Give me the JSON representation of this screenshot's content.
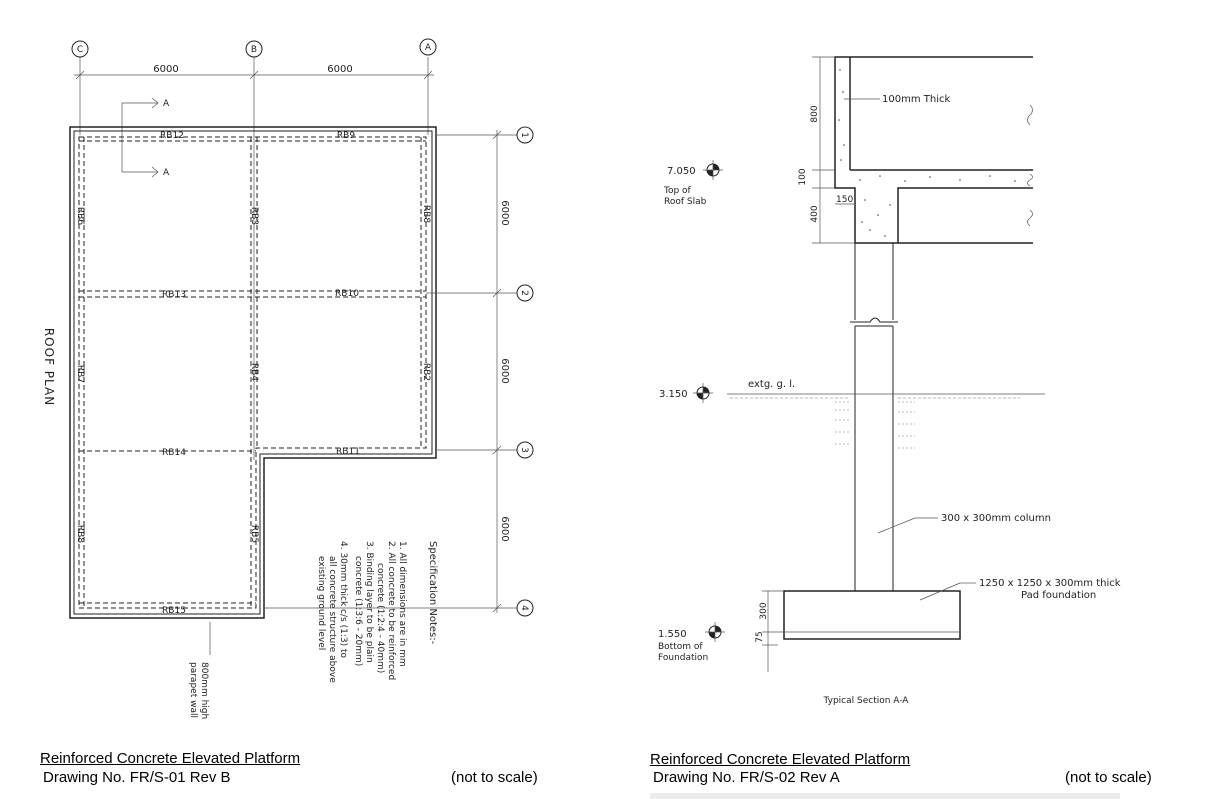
{
  "left_drawing": {
    "grid_cols": [
      "C",
      "B",
      "A"
    ],
    "grid_rows": [
      "1",
      "2",
      "3",
      "4"
    ],
    "dim_horizontal": [
      "6000",
      "6000"
    ],
    "dim_vertical": [
      "6000",
      "6000",
      "6000"
    ],
    "section_marker": "A",
    "beams": {
      "rb12": "RB12",
      "rb9": "RB9",
      "rb13": "RB13",
      "rb10": "RB10",
      "rb14": "RB14",
      "rb11": "RB11",
      "rb15": "RB15",
      "rb6": "RB6",
      "rb3": "RB3",
      "rb8_top": "RB8",
      "rb7": "RB7",
      "rb4": "RB4",
      "rb2": "RB2",
      "rb8_bot": "RB8",
      "rb5": "RB5"
    },
    "plan_label": "ROOF PLAN",
    "parapet_note": [
      "800mm high",
      "parapet wall"
    ],
    "spec_title": "Specification Notes:-",
    "spec_lines": [
      "1. All dimensions are in mm",
      "2. All concrete to be reinforced",
      "concrete (1:2:4 - 40mm)",
      "3. Binding layer to be plain",
      "concrete (1:3:6 - 20mm)",
      "4. 30mm thick c/s (1:3) to",
      "all concrete structure above",
      "existing ground level"
    ],
    "caption_title": "Reinforced Concrete Elevated Platform",
    "caption_drawing": "Drawing No. FR/S-01 Rev B",
    "caption_scale": "(not to scale)"
  },
  "right_drawing": {
    "slab_thickness": "100mm Thick",
    "dim_800": "800",
    "dim_100": "100",
    "dim_400": "400",
    "dim_150": "150",
    "level_top": "7.050",
    "level_top_label": [
      "Top of",
      "Roof Slab"
    ],
    "level_ground": "3.150",
    "ground_label": "extg. g. l.",
    "column_label": "300 x 300mm column",
    "pad_label": [
      "1250 x 1250 x 300mm thick",
      "Pad foundation"
    ],
    "dim_300": "300",
    "dim_75": "75",
    "level_bottom": "1.550",
    "level_bottom_label": [
      "Bottom of",
      "Foundation"
    ],
    "section_title": "Typical Section A-A",
    "caption_title": "Reinforced Concrete Elevated Platform",
    "caption_drawing": "Drawing No. FR/S-02 Rev A",
    "caption_scale": "(not to scale)"
  }
}
